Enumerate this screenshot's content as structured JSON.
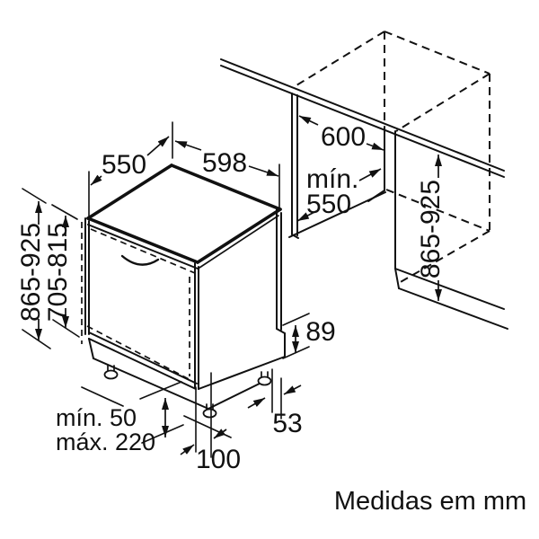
{
  "dimensions": {
    "top_depth": "550",
    "appliance_width": "598",
    "niche_width": "600",
    "niche_depth_prefix": "mín.",
    "niche_depth_value": "550",
    "niche_height_left": "865-925",
    "door_panel_height": "705-815",
    "niche_height_right": "865-925",
    "plinth_step": "89",
    "foot_side_offset": "53",
    "foot_front_offset": "100",
    "plinth_min": "mín. 50",
    "plinth_max": "máx. 220"
  },
  "note": {
    "units": "Medidas em mm"
  },
  "colors": {
    "line": "#111111",
    "background": "#ffffff"
  }
}
